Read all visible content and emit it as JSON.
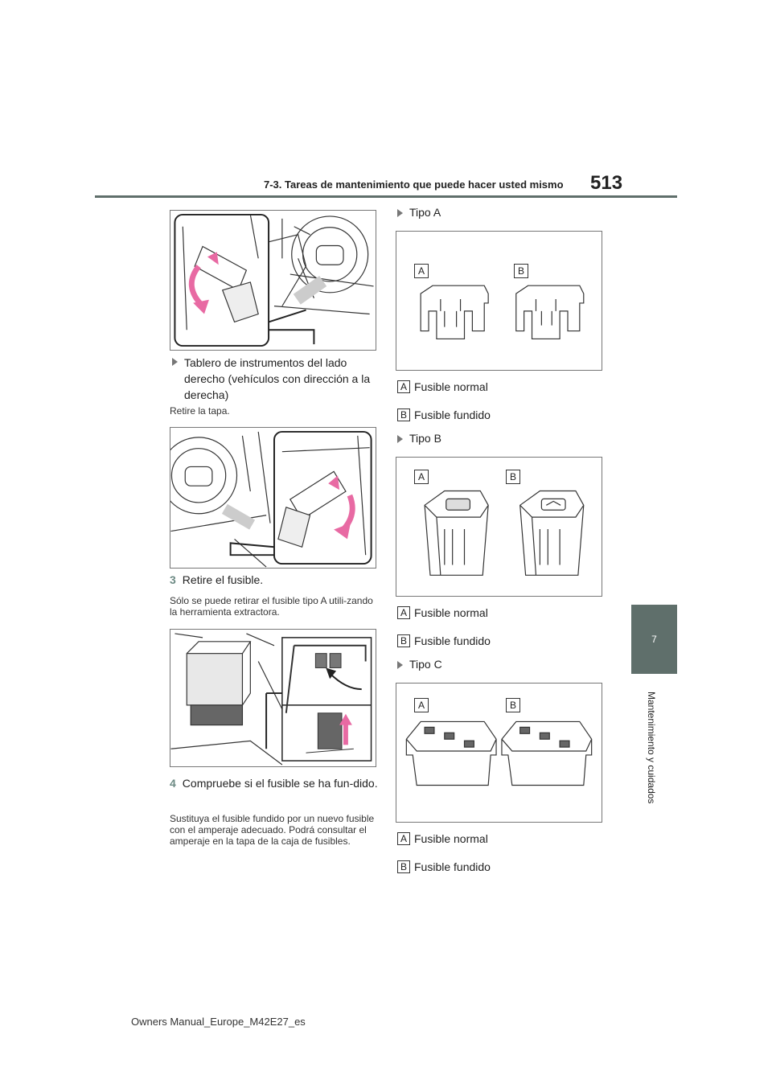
{
  "header": {
    "section": "7-3. Tareas de mantenimiento que puede hacer usted mismo",
    "page_number": "513"
  },
  "side_tab": {
    "chapter_number": "7",
    "chapter_title": "Mantenimiento y cuidados"
  },
  "footer": {
    "manual_id": "Owners Manual_Europe_M42E27_es"
  },
  "left": {
    "item_right_panel": "Tablero de instrumentos del lado derecho (vehículos con dirección a la derecha)",
    "remove_cover": "Retire la tapa.",
    "step3": {
      "number": "3",
      "text": "Retire el fusible."
    },
    "step3_note": "Sólo se puede retirar el fusible tipo A utili-zando la herramienta extractora.",
    "step4": {
      "number": "4",
      "text": "Compruebe si el fusible se ha fun-dido."
    },
    "step4_note": "Sustituya el fusible fundido por un nuevo fusible con el amperaje adecuado. Podrá consultar el amperaje en la tapa de la caja de fusibles."
  },
  "right": {
    "types": [
      {
        "title": "Tipo A",
        "normal": "Fusible normal",
        "blown": "Fusible fundido"
      },
      {
        "title": "Tipo B",
        "normal": "Fusible normal",
        "blown": "Fusible fundido"
      },
      {
        "title": "Tipo C",
        "normal": "Fusible normal",
        "blown": "Fusible fundido"
      }
    ],
    "letter_a": "A",
    "letter_b": "B"
  },
  "colors": {
    "accent": "#5f6f6b",
    "arrow_pink": "#e86aa3",
    "step_number": "#6d8a84"
  }
}
